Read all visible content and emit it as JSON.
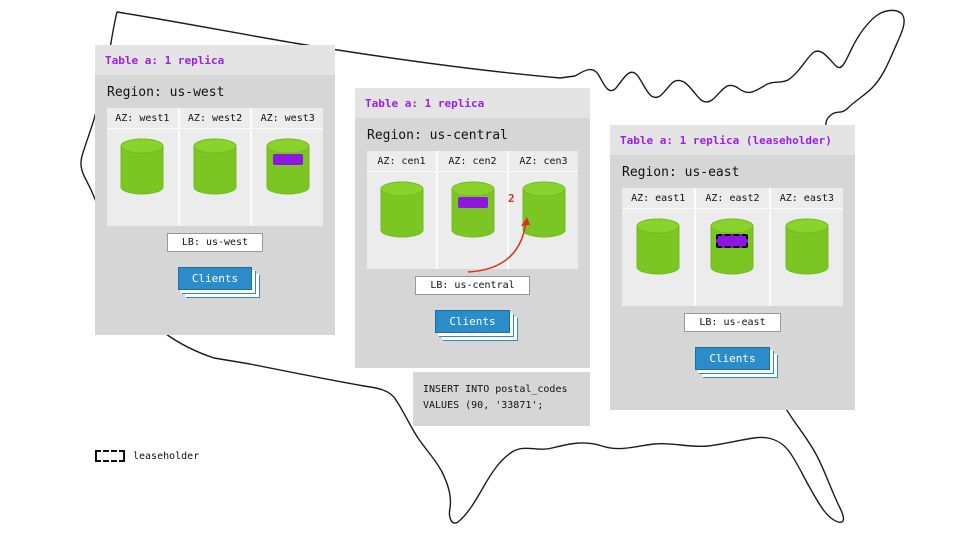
{
  "colors": {
    "accent_purple": "#9b1fe8",
    "replica_purple": "#8e17e0",
    "cylinder_green": "#7cc623",
    "cylinder_top_green": "#8ad32c",
    "clients_blue": "#2a8cc9",
    "arrow_red": "#d93025",
    "panel_gray": "#d6d6d6"
  },
  "icons": {
    "database": "cylinder-shape",
    "leaseholder_swatch": "dashed-rect"
  },
  "panels": [
    {
      "table_label": "Table a: 1 replica",
      "region_label": "Region: us-west",
      "azs": [
        {
          "label": "AZ: west1",
          "has_replica": false,
          "leaseholder": false
        },
        {
          "label": "AZ: west2",
          "has_replica": false,
          "leaseholder": false
        },
        {
          "label": "AZ: west3",
          "has_replica": true,
          "leaseholder": false
        }
      ],
      "lb_label": "LB: us-west",
      "clients_label": "Clients"
    },
    {
      "table_label": "Table a: 1 replica",
      "region_label": "Region: us-central",
      "azs": [
        {
          "label": "AZ: cen1",
          "has_replica": false,
          "leaseholder": false
        },
        {
          "label": "AZ: cen2",
          "has_replica": true,
          "leaseholder": false
        },
        {
          "label": "AZ: cen3",
          "has_replica": false,
          "leaseholder": false
        }
      ],
      "lb_label": "LB: us-central",
      "clients_label": "Clients"
    },
    {
      "table_label": "Table a: 1 replica (leaseholder)",
      "region_label": "Region: us-east",
      "azs": [
        {
          "label": "AZ: east1",
          "has_replica": false,
          "leaseholder": false
        },
        {
          "label": "AZ: east2",
          "has_replica": true,
          "leaseholder": true
        },
        {
          "label": "AZ: east3",
          "has_replica": false,
          "leaseholder": false
        }
      ],
      "lb_label": "LB: us-east",
      "clients_label": "Clients"
    }
  ],
  "arrow": {
    "label": "2"
  },
  "sql_note": {
    "lines": [
      "INSERT INTO postal_codes",
      "VALUES (90, '33871';"
    ]
  },
  "legend": {
    "label": "leaseholder"
  }
}
